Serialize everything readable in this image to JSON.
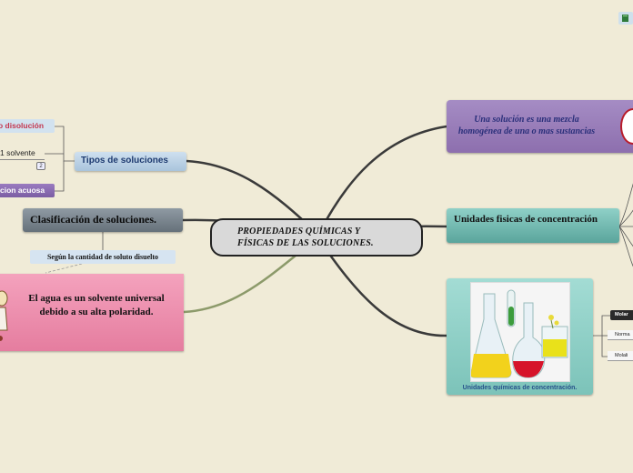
{
  "center": {
    "title": "PROPIEDADES QUÍMICAS Y\nFÍSICAS DE LAS SOLUCIONES."
  },
  "right": {
    "definition": "Una solución es una mezcla homogénea de una o mas sustancias",
    "physical_units": "Unidades fisicas de concentración",
    "chemical_units_caption": "Unidades químicas de concentración.",
    "chemical_children": [
      "Molar",
      "Norma",
      "Molali"
    ]
  },
  "left": {
    "tipos": "Tipos de soluciones",
    "tipos_children": [
      "o disolución",
      "1 solvente",
      "cion acuosa"
    ],
    "tipos_badge": "2",
    "clasificacion": "Clasificación de soluciones.",
    "segun": "Según la cantidad de soluto disuelto",
    "agua": "El agua es un solvente universal debido a su alta polaridad."
  },
  "colors": {
    "background": "#f0ebd7",
    "link_dark": "#3a3a3a",
    "link_olive": "#8c9a6a",
    "purple": "#9b7fc0",
    "teal": "#77bfb5",
    "pink": "#ee92b0"
  },
  "icons": {
    "flask_image": "chemistry-flasks-image"
  }
}
